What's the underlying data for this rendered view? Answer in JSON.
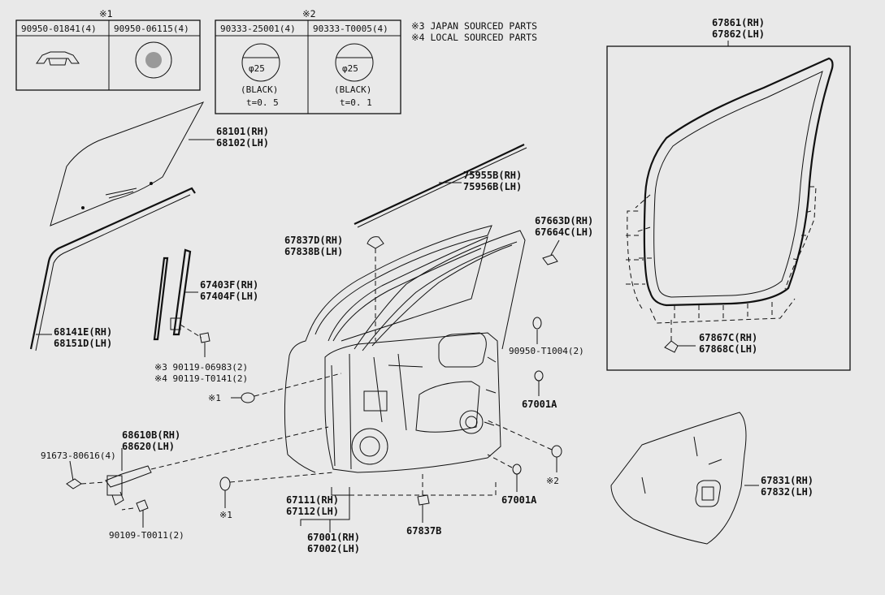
{
  "notes": {
    "mark1": "※1",
    "mark2": "※2",
    "japan": "※3 JAPAN SOURCED PARTS",
    "local": "※4 LOCAL SOURCED PARTS"
  },
  "legend_table_1": {
    "cells": [
      "90950-01841(4)",
      "90950-06115(4)"
    ]
  },
  "legend_table_2": {
    "cells": [
      "90333-25001(4)",
      "90333-T0005(4)"
    ],
    "washer_a": {
      "dia": "φ25",
      "color": "(BLACK)",
      "thick": "t=0. 5"
    },
    "washer_b": {
      "dia": "φ25",
      "color": "(BLACK)",
      "thick": "t=0. 1"
    }
  },
  "labels": {
    "glass_rh": "68101(RH)",
    "glass_lh": "68102(LH)",
    "mould_rh": "75955B(RH)",
    "mould_lh": "75956B(LH)",
    "wstrip_rh": "67861(RH)",
    "wstrip_lh": "67862(LH)",
    "p67663d": "67663D(RH)",
    "p67664c": "67664C(LH)",
    "p67837d": "67837D(RH)",
    "p67838b": "67838B(LH)",
    "p67403f": "67403F(RH)",
    "p67404f": "67404F(LH)",
    "p68141e": "68141E(RH)",
    "p68151d": "68151D(LH)",
    "bolt3": "※3 90119-06983(2)",
    "bolt4": "※4 90119-T0141(2)",
    "clip1_mark": "※1",
    "hinge_rh": "68610B(RH)",
    "hinge_lh": "68620(LH)",
    "hinge_bolt": "91673-80616(4)",
    "hinge_bolt2": "90109-T0011(2)",
    "clip1b_mark": "※1",
    "panel_rh": "67111(RH)",
    "panel_lh": "67112(LH)",
    "door_rh": "67001(RH)",
    "door_lh": "67002(LH)",
    "p67837b": "67837B",
    "p67001a_top": "67001A",
    "p67001a_bot": "67001A",
    "grommet": "90950-T1004(2)",
    "mark2_small": "※2",
    "p67867c": "67867C(RH)",
    "p67868c": "67868C(LH)",
    "trim_rh": "67831(RH)",
    "trim_lh": "67832(LH)"
  }
}
